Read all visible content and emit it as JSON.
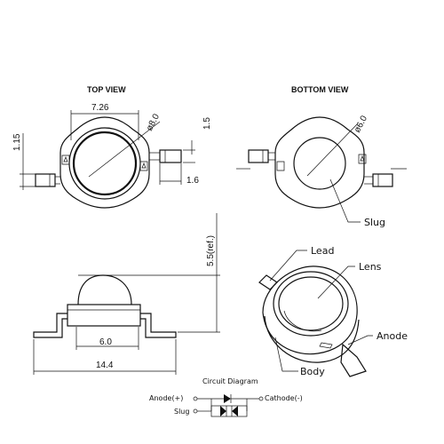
{
  "titles": {
    "top_view": "TOP VIEW",
    "bottom_view": "BOTTOM VIEW"
  },
  "dimensions": {
    "width_726": "7.26",
    "dia_80": "ø8.0",
    "d_15": "1.5",
    "d_115": "1.15",
    "d_16": "1.6",
    "dia_60": "ø6.0",
    "height_ref": "5.5(ref.)",
    "lens_60": "6.0",
    "total_144": "14.4"
  },
  "labels": {
    "slug": "Slug",
    "lead": "Lead",
    "lens": "Lens",
    "anode": "Anode",
    "body": "Body"
  },
  "circuit": {
    "title": "Circuit Diagram",
    "anode": "Anode(+)",
    "cathode": "Cathode(-)",
    "slug": "Slug"
  }
}
